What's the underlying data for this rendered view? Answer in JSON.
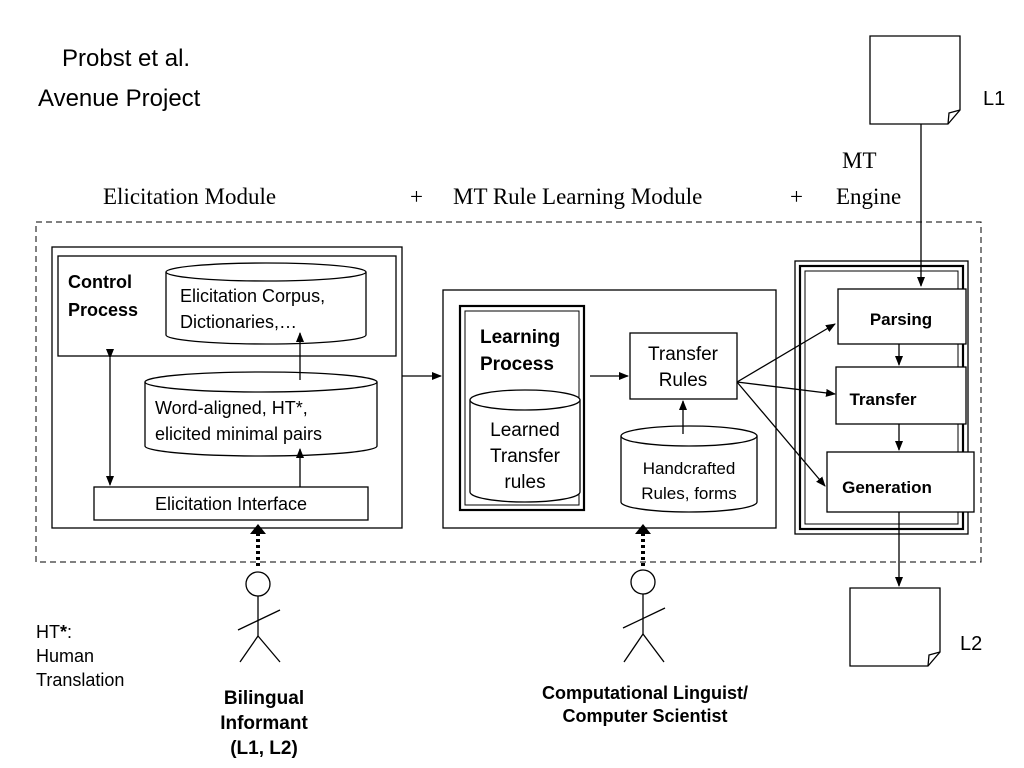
{
  "header": {
    "author": "Probst et al.",
    "project": "Avenue Project"
  },
  "modules": {
    "elicitation": "Elicitation Module",
    "plus1": "+",
    "rule_learning": "MT Rule Learning Module",
    "plus2": "+",
    "engine_line1": "MT",
    "engine_line2": "Engine"
  },
  "documents": {
    "input": "L1",
    "output": "L2"
  },
  "elicitation_module": {
    "control_process_line1": "Control",
    "control_process_line2": "Process",
    "corpus_line1": "Elicitation Corpus,",
    "corpus_line2": "Dictionaries,…",
    "aligned_line1": "Word-aligned, HT*,",
    "aligned_line2": "elicited minimal pairs",
    "interface": "Elicitation Interface"
  },
  "learning_module": {
    "learning_process_line1": "Learning",
    "learning_process_line2": "Process",
    "learned_line1": "Learned",
    "learned_line2": "Transfer",
    "learned_line3": "rules",
    "transfer_rules_line1": "Transfer",
    "transfer_rules_line2": "Rules",
    "handcrafted_line1": "Handcrafted",
    "handcrafted_line2": "Rules, forms"
  },
  "engine": {
    "parsing": "Parsing",
    "transfer": "Transfer",
    "generation": "Generation"
  },
  "actors": {
    "informant_line1": "Bilingual",
    "informant_line2": "Informant",
    "informant_line3": "(L1, L2)",
    "scientist_line1": "Computational Linguist/",
    "scientist_line2": "Computer Scientist"
  },
  "footnote": {
    "ht_prefix": "HT",
    "ht_star": "*",
    "ht_colon": ":",
    "line2": "Human",
    "line3": "Translation"
  }
}
